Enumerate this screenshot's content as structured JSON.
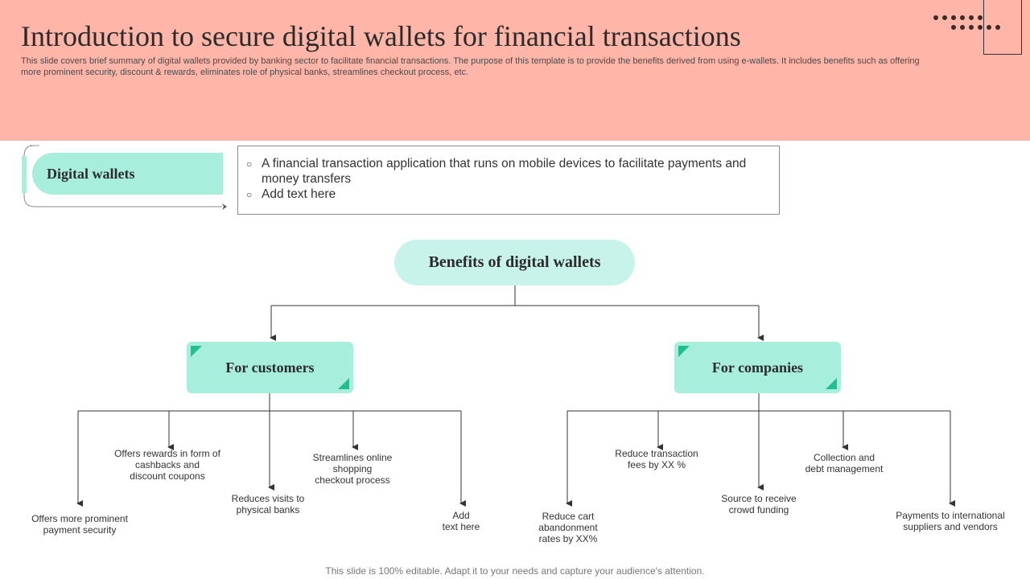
{
  "header": {
    "title": "Introduction to secure digital wallets for financial transactions",
    "subtitle_line1": "This slide covers brief summary of digital wallets provided by banking sector to facilitate financial transactions. The purpose of this template is to provide the benefits derived from using e-wallets. It includes benefits such as offering",
    "subtitle_line2": "more prominent security, discount & rewards, eliminates role of physical banks, streamlines checkout process, etc."
  },
  "definition": {
    "label": "Digital wallets",
    "points": [
      "A financial transaction application that runs  on mobile devices to facilitate payments and money transfers",
      "Add text here"
    ]
  },
  "benefits": {
    "title": "Benefits of digital wallets",
    "customers": {
      "label": "For customers",
      "items": {
        "i1": [
          "Offers more prominent",
          "payment security"
        ],
        "i2": [
          "Offers rewards in form of",
          "cashbacks and",
          "discount coupons"
        ],
        "i3": [
          "Reduces visits to",
          "physical banks"
        ],
        "i4": [
          "Streamlines online",
          "shopping",
          "checkout process"
        ],
        "i5": [
          "Add",
          "text here"
        ]
      }
    },
    "companies": {
      "label": "For companies",
      "items": {
        "i1": [
          "Reduce cart",
          "abandonment",
          "rates by XX%"
        ],
        "i2": [
          "Reduce transaction",
          "fees by XX  %"
        ],
        "i3": [
          "Source to receive",
          "crowd funding"
        ],
        "i4": [
          "Collection and",
          "debt management"
        ],
        "i5": [
          "Payments to international",
          "suppliers and vendors"
        ]
      }
    }
  },
  "footer": "This slide is 100% editable. Adapt it to your needs and capture your audience's attention.",
  "colors": {
    "header_bg": "#ffb5a8",
    "mint": "#a8eedd",
    "mint_light": "#c8f3ea",
    "accent_green": "#1fbf8f"
  }
}
